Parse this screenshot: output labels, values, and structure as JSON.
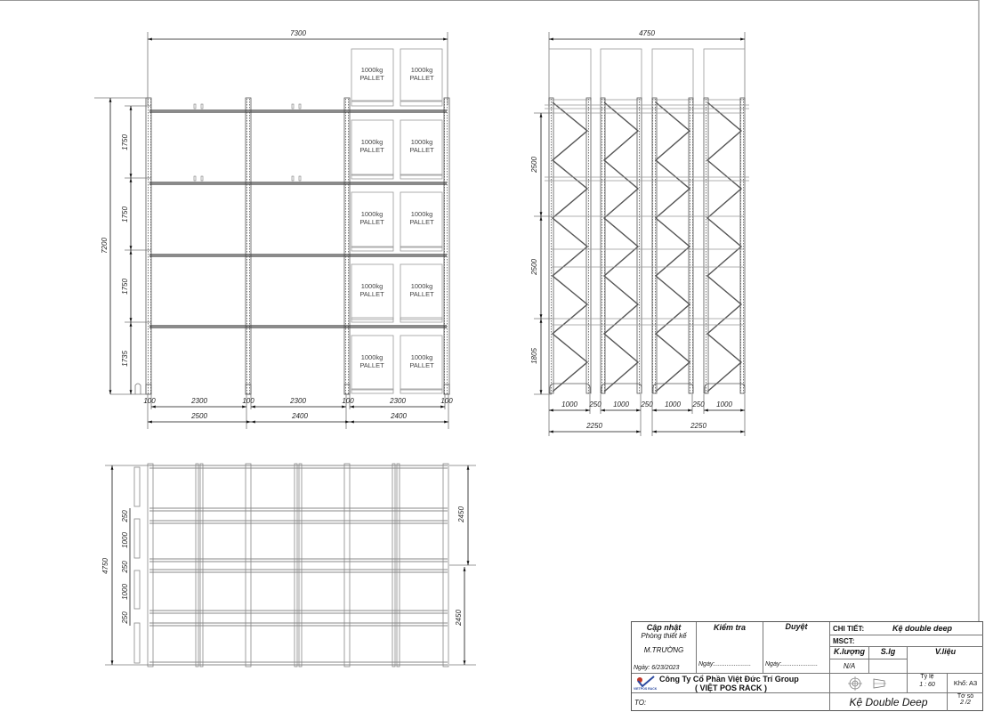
{
  "drawing": {
    "front_view": {
      "overall_width": "7300",
      "overall_height": "7200",
      "level_heights": [
        "1750",
        "1750",
        "1750",
        "1735"
      ],
      "bay_clear_widths": [
        "2300",
        "2300",
        "2300"
      ],
      "upright_widths": [
        "100",
        "100",
        "100",
        "100"
      ],
      "bay_center_widths": [
        "2500",
        "2400",
        "2400"
      ],
      "pallet_label_line1": "1000kg",
      "pallet_label_line2": "PALLET"
    },
    "side_view": {
      "overall_depth": "4750",
      "level_heights": [
        "2500",
        "2500",
        "1805"
      ],
      "frame_depths": [
        "1000",
        "250",
        "1000",
        "250",
        "1000",
        "250",
        "1000"
      ],
      "double_frame_depths": [
        "2250",
        "2250"
      ]
    },
    "plan_view": {
      "overall_depth": "4750",
      "left_dims": [
        "250",
        "1000",
        "250",
        "1000",
        "250"
      ],
      "right_dims": [
        "2450",
        "2450"
      ]
    }
  },
  "title_block": {
    "updated_label": "Cập nhật",
    "department": "Phòng thiết kế",
    "designer": "M.TRƯỜNG",
    "date": "Ngày: 6/23/2023",
    "checked_label": "Kiểm tra",
    "checked_date": "Ngày:.....................",
    "approved_label": "Duyệt",
    "approved_date": "Ngày:.....................",
    "detail_label": "CHI TIẾT:",
    "detail_value": "Kệ double deep",
    "msct_label": "MSCT:",
    "weight_label": "K.lượng",
    "weight_value": "N/A",
    "qty_label": "S.lg",
    "material_label": "V.liệu",
    "company_name": "Công Ty Cổ Phần Việt Đức Trí Group",
    "company_sub": "( VIỆT POS RACK )",
    "logo_text": "VIETPOS RACK",
    "scale_label": "Tỷ lệ",
    "scale_value": "1 : 60",
    "paper_size": "Khổ: A3",
    "to_label": "TO:",
    "drawing_title": "Kệ Double Deep",
    "sheet_label": "Tờ số",
    "sheet_value": "2 /2"
  }
}
